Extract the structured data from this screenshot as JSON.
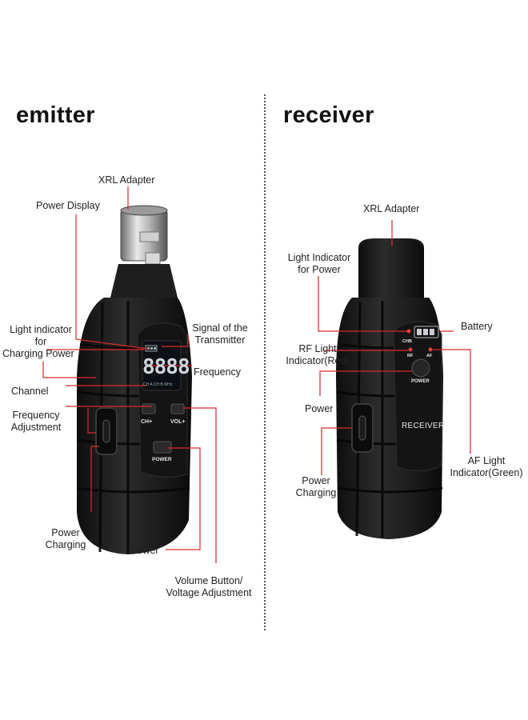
{
  "titles": {
    "emitter": "emitter",
    "receiver": "receiver"
  },
  "emitter_labels": {
    "xrl_adapter": "XRL Adapter",
    "power_display": "Power Display",
    "light_indicator_1": "Light indicator",
    "light_indicator_2": "for",
    "light_indicator_3": "Charging Power",
    "signal_1": "Signal of the",
    "signal_2": "Transmitter",
    "frequency": "Frequency",
    "channel": "Channel",
    "freq_adj_1": "Frequency",
    "freq_adj_2": "Adjustment",
    "power_charging_1": "Power",
    "power_charging_2": "Charging",
    "power": "Power",
    "volume_1": "Volume Button/",
    "volume_2": "Voltage Adjustment"
  },
  "receiver_labels": {
    "xrl_adapter": "XRL Adapter",
    "light_indicator_1": "Light Indicator",
    "light_indicator_2": "for Power",
    "battery": "Battery",
    "rf_1": "RF Light",
    "rf_2": "Indicator(Red)",
    "power": "Power",
    "af_1": "AF Light",
    "af_2": "Indicator(Green)",
    "power_charging_1": "Power",
    "power_charging_2": "Charging"
  },
  "emitter_device": {
    "lcd_digits": "8888",
    "lcd_sub": "CH A  CH B  MHz",
    "ch_button": "CH+",
    "vol_button": "VOL+",
    "power_button": "POWER"
  },
  "receiver_device": {
    "chb": "CHB",
    "rf": "RF",
    "af": "AF",
    "power_button": "POWER",
    "brand": "RECEIVER"
  },
  "colors": {
    "callout": "#d9292b",
    "body": "#1c1c1c",
    "accent_red": "#e0403a"
  }
}
